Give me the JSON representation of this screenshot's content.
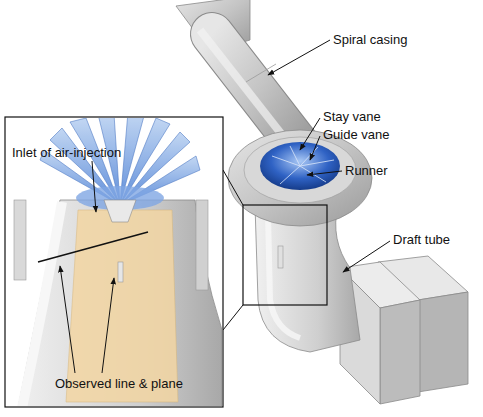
{
  "diagram": {
    "labels": [
      "Spiral casing",
      "Stay vane",
      "Guide vane",
      "Runner",
      "Draft tube",
      "Inlet of air-injection",
      "Observed line & plane"
    ]
  }
}
